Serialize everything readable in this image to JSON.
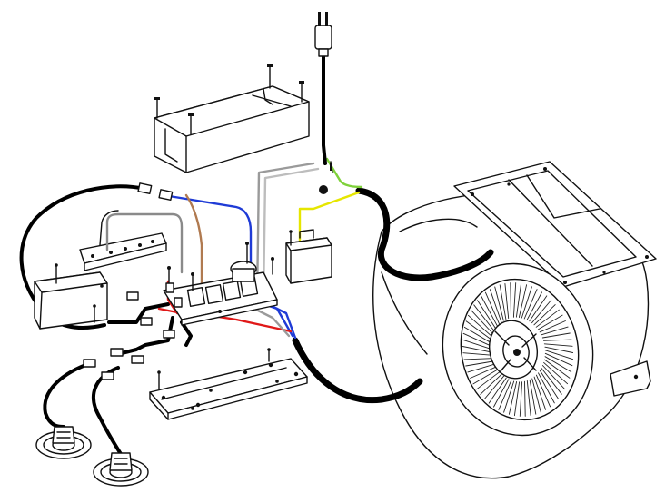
{
  "colors": {
    "wire_blue": "#1f3bd6",
    "wire_red": "#e01818",
    "wire_brown": "#b07a50",
    "wire_grey": "#9a9a9a",
    "wire_yellow": "#e6e600",
    "wire_green": "#7fd13b",
    "wire_white": "#ffffff",
    "wire_black": "#000000",
    "line": "#111111"
  },
  "parts": [
    {
      "name": "power-plug-cord"
    },
    {
      "name": "light-transformer-box"
    },
    {
      "name": "control-switch-panel"
    },
    {
      "name": "relay-circuit-board"
    },
    {
      "name": "motor-capacitor"
    },
    {
      "name": "ballast-box"
    },
    {
      "name": "lamp-socket-left"
    },
    {
      "name": "lamp-socket-right"
    },
    {
      "name": "control-board-cover"
    },
    {
      "name": "blower-motor-housing"
    }
  ]
}
